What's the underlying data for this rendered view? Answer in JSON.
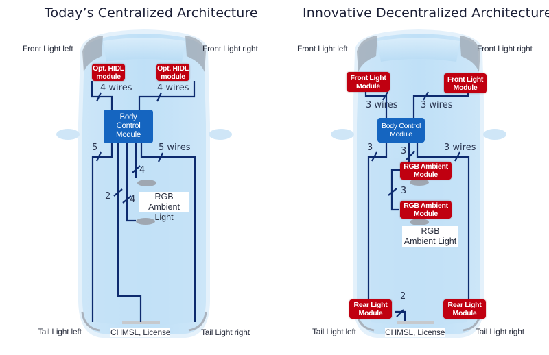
{
  "left_panel": {
    "title": "Today’s Centralized Architecture",
    "labels": {
      "front_left": "Front Light left",
      "front_right": "Front Light right",
      "tail_left": "Tail Light left",
      "tail_right": "Tail Light right",
      "chmsl": "CHMSL, License",
      "rgb_light": "RGB\nAmbient Light"
    },
    "modules": {
      "hidl_left": "Opt. HIDL\nmodule",
      "hidl_right": "Opt. HIDL\nmodule",
      "bcm": "Body\nControl\nModule"
    },
    "wire_counts": {
      "hidl_left": "4 wires",
      "hidl_right": "4 wires",
      "tail_left": "5",
      "tail_right": "5 wires",
      "rgb_upper": "4",
      "rgb_lower": "4",
      "chmsl": "2"
    }
  },
  "right_panel": {
    "title": "Innovative Decentralized Architecture",
    "labels": {
      "front_left": "Front Light left",
      "front_right": "Front Light right",
      "tail_left": "Tail Light left",
      "tail_right": "Tail Light right",
      "chmsl": "CHMSL, License",
      "rgb_light": "RGB\nAmbient Light"
    },
    "modules": {
      "front_left": "Front Light\nModule",
      "front_right": "Front Light\nModule",
      "bcm": "Body Control\nModule",
      "rgb_upper": "RGB Ambient\nModule",
      "rgb_lower": "RGB Ambient\nModule",
      "rear_left": "Rear Light\nModule",
      "rear_right": "Rear Light\nModule"
    },
    "wire_counts": {
      "front_left": "3 wires",
      "front_right": "3 wires",
      "rear_left": "3",
      "rgb_upper": "3",
      "rear_right": "3 wires",
      "rgb_chain": "3",
      "chmsl": "2"
    }
  },
  "colors": {
    "module_red": "#c00010",
    "bcm_blue": "#1565c0",
    "wire": "#0d2a6e",
    "car_body": "#cfe6f7"
  }
}
